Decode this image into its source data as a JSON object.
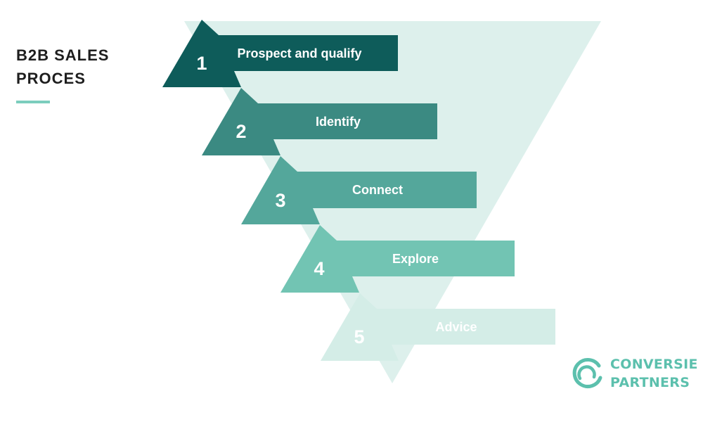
{
  "title": {
    "line1": "B2B SALES",
    "line2": "PROCES"
  },
  "colors": {
    "funnel_bg": "#ddf0ec",
    "accent": "#7ccdbd",
    "title_text": "#1e1e1e",
    "logo": "#5cc0ad"
  },
  "steps": [
    {
      "number": "1",
      "label": "Prospect and qualify",
      "color": "#0e5c5a"
    },
    {
      "number": "2",
      "label": "Identify",
      "color": "#3b8a82"
    },
    {
      "number": "3",
      "label": "Connect",
      "color": "#54a79b"
    },
    {
      "number": "4",
      "label": "Explore",
      "color": "#72c4b3"
    },
    {
      "number": "5",
      "label": "Advice",
      "color": "#d4ede7"
    }
  ],
  "logo": {
    "line1": "CONVERSIE",
    "line2": "PARTNERS",
    "icon": "circular-arrows-icon"
  }
}
